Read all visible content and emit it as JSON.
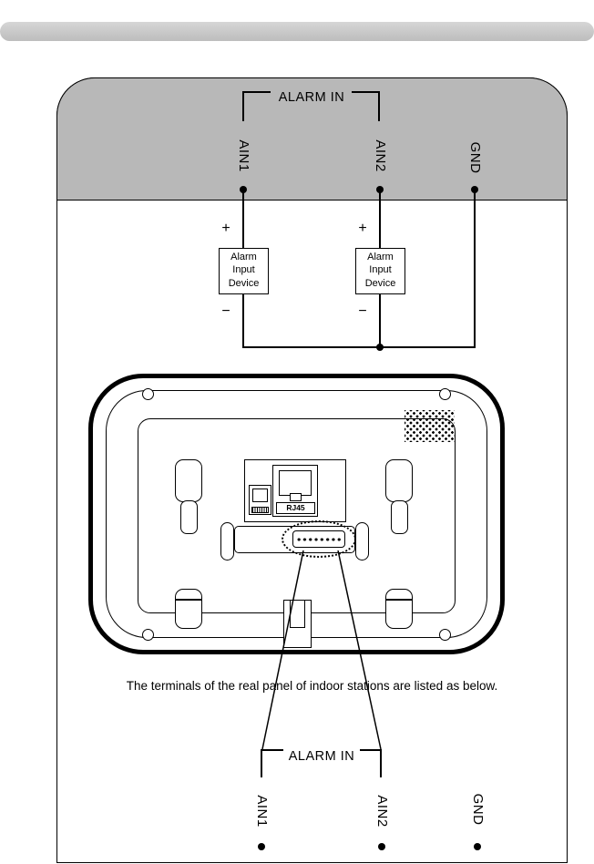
{
  "wiring_top": {
    "group_label": "ALARM IN",
    "terminals": [
      "AIN1",
      "AIN2",
      "GND"
    ],
    "plus_sign": "+",
    "minus_sign": "−",
    "device_lines": [
      "Alarm",
      "Input",
      "Device"
    ]
  },
  "rear_panel": {
    "rj45_label": "RJ45"
  },
  "caption": "The terminals of the real panel of indoor stations are listed as below.",
  "wiring_bottom": {
    "group_label": "ALARM IN",
    "terminals": [
      "AIN1",
      "AIN2",
      "GND"
    ]
  }
}
